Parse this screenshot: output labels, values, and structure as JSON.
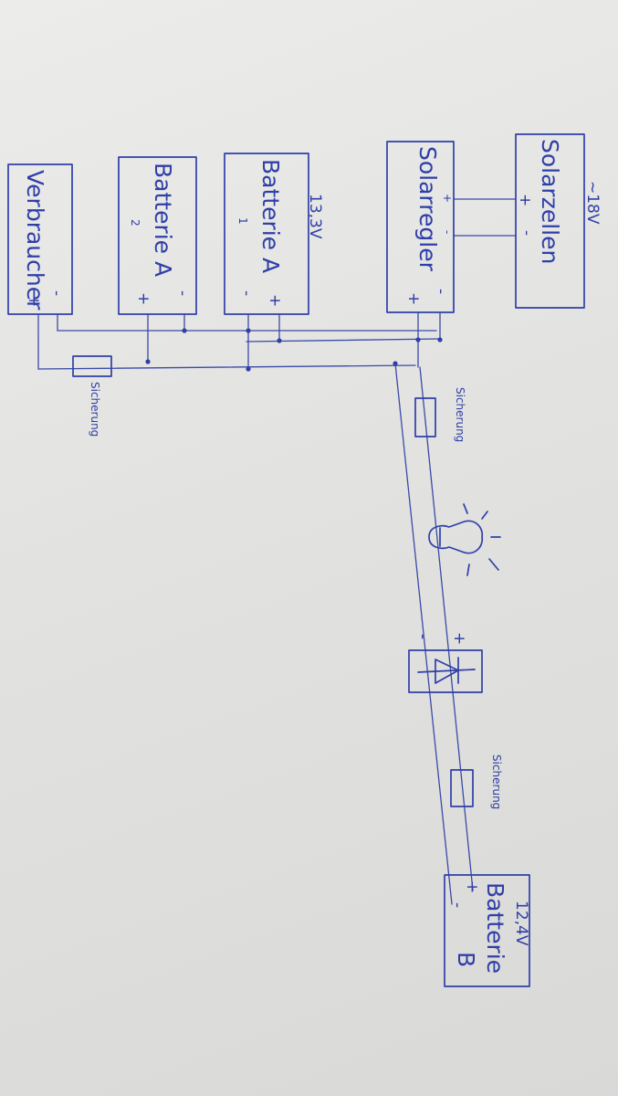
{
  "diagram": {
    "components": {
      "verbraucher": {
        "label": "Verbraucher"
      },
      "batterie_a2": {
        "label": "Batterie A",
        "number": "2"
      },
      "batterie_a1": {
        "label": "Batterie A",
        "number": "1",
        "voltage": "13,3V"
      },
      "solarregler": {
        "label": "Solarregler"
      },
      "solarzellen": {
        "label": "Solarzellen",
        "voltage": "~18V"
      },
      "batterie_b": {
        "label": "Batterie",
        "letter": "B",
        "voltage": "12,4V"
      }
    },
    "fuses": {
      "left": "Sicherung",
      "middle": "Sicherung",
      "bottom": "Sicherung"
    },
    "signs": {
      "plus": "+",
      "minus": "-"
    }
  }
}
